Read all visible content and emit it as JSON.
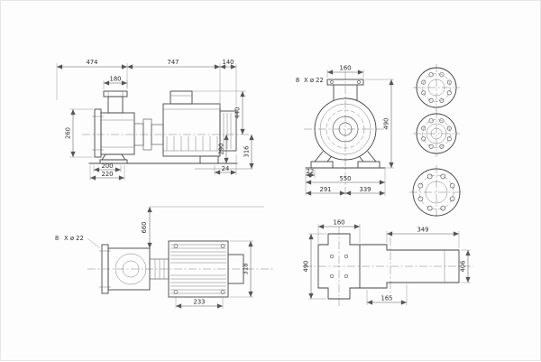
{
  "side_view": {
    "d_474": "474",
    "d_747": "747",
    "d_140": "140",
    "d_180": "180",
    "d_260": "260",
    "d_200": "200",
    "d_220": "220",
    "d_24": "24",
    "d_440": "440",
    "d_290": "290",
    "d_316": "316"
  },
  "end_view": {
    "d_160": "160",
    "bolt_count": "8",
    "bolt_note": "X ø 22",
    "d_490": "490",
    "d_22": "22",
    "d_550": "550",
    "d_291": "291",
    "d_339": "339"
  },
  "plan_view": {
    "d_660": "660",
    "bolt_count": "8",
    "bolt_note": "X ø 22",
    "d_233": "233",
    "d_318": "318"
  },
  "base_view": {
    "d_160": "160",
    "d_349": "349",
    "d_490": "490",
    "d_406": "406",
    "d_165": "165"
  }
}
